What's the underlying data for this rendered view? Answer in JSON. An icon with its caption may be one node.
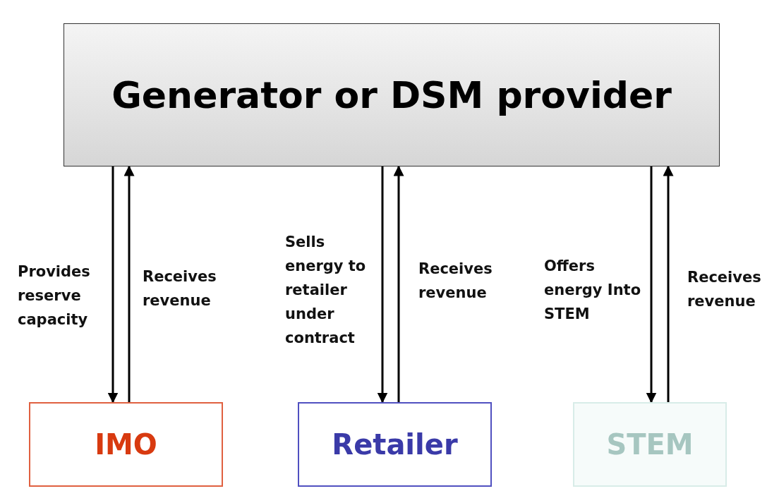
{
  "diagram": {
    "nodes": [
      {
        "text": [
          "Generator or DSM provider"
        ]
      },
      {
        "text": [
          "IMO"
        ]
      },
      {
        "text": [
          "Retailer"
        ]
      },
      {
        "text": [
          "STEM"
        ]
      }
    ],
    "edges": [
      {
        "from": 0,
        "to": 1,
        "arrow": "to",
        "label": "Provides reserve capacity"
      },
      {
        "from": 1,
        "to": 0,
        "arrow": "to",
        "label": "Receives revenue"
      },
      {
        "from": 0,
        "to": 2,
        "arrow": "to",
        "label": "Sells energy to retailer under contract"
      },
      {
        "from": 2,
        "to": 0,
        "arrow": "to",
        "label": "Receives revenue"
      },
      {
        "from": 0,
        "to": 3,
        "arrow": "to",
        "label": "Offers energy Into STEM"
      },
      {
        "from": 3,
        "to": 0,
        "arrow": "to",
        "label": "Receives revenue"
      }
    ]
  }
}
